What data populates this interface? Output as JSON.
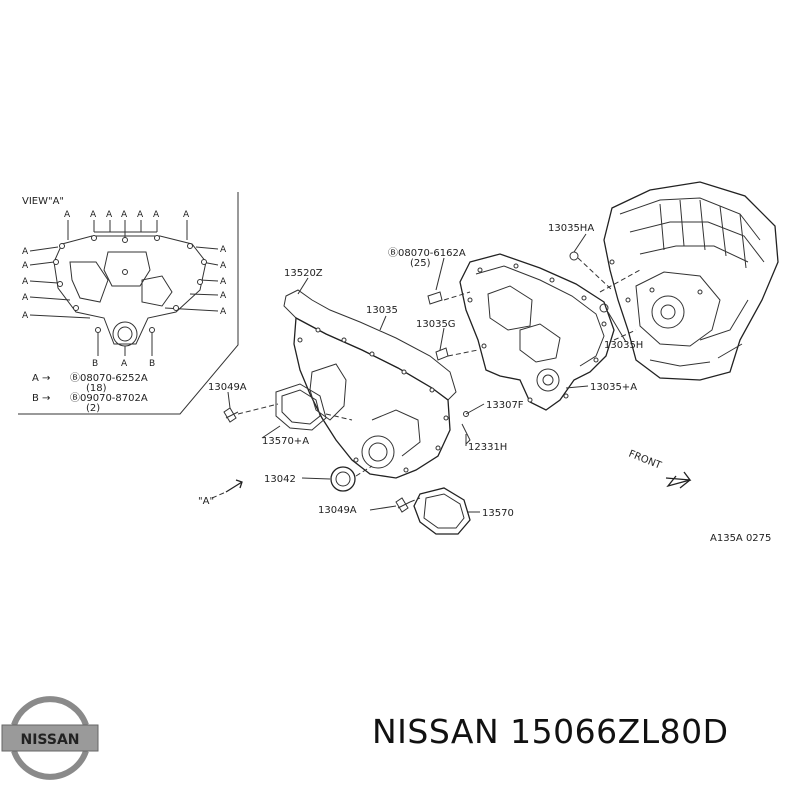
{
  "view_a": {
    "title": "VIEW\"A\"",
    "marker_a": "A",
    "marker_b": "B",
    "legend": [
      {
        "key": "A",
        "arrow": "→",
        "code": "Ⓑ08070-6252A",
        "qty": "(18)"
      },
      {
        "key": "B",
        "arrow": "→",
        "code": "Ⓑ09070-8702A",
        "qty": "(2)"
      }
    ]
  },
  "labels": {
    "p13035HA": "13035HA",
    "p08070_6162A": "Ⓑ08070-6162A",
    "p08070_qty": "(25)",
    "p13520Z": "13520Z",
    "p13035": "13035",
    "p13035G": "13035G",
    "p13035H": "13035H",
    "p13035plusA": "13035+A",
    "p13049A_top": "13049A",
    "p13307F": "13307F",
    "p13570plusA": "13570+A",
    "p12331H": "12331H",
    "p13042": "13042",
    "p13049A_bottom": "13049A",
    "p13570": "13570",
    "view_ref": "\"A\"",
    "front": "FRONT",
    "code": "A135A 0275"
  },
  "brand": {
    "logo_text": "NISSAN",
    "title": "NISSAN 15066ZL80D"
  },
  "colors": {
    "line": "#333333",
    "text": "#222222",
    "background": "#ffffff"
  }
}
